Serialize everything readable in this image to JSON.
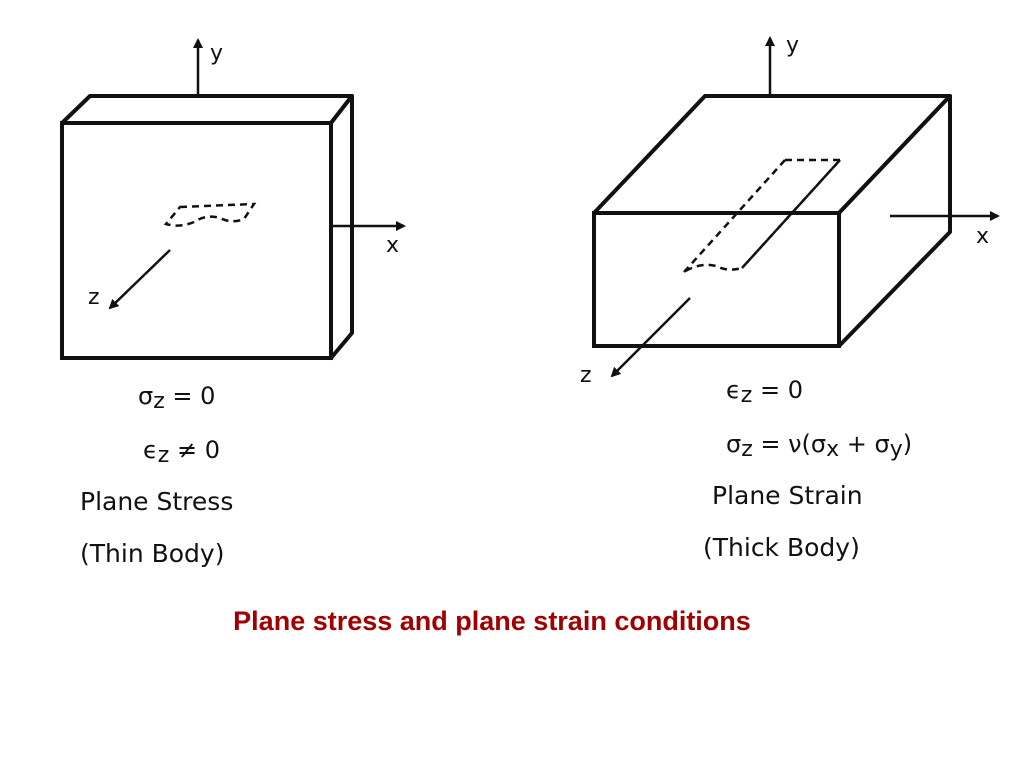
{
  "colors": {
    "caption": "#a00000",
    "line": "#111111"
  },
  "left_panel": {
    "axis_y": "y",
    "axis_x": "x",
    "axis_z": "z",
    "equation_1_lhs": "σ",
    "equation_1_sub": "z",
    "equation_1_rhs": " = 0",
    "equation_2_lhs": "ϵ",
    "equation_2_sub": "z",
    "equation_2_rhs": " ≠ 0",
    "caption_line_1": "Plane Stress",
    "caption_line_2": "(Thin Body)"
  },
  "right_panel": {
    "axis_y": "y",
    "axis_x": "x",
    "axis_z": "z",
    "equation_1_lhs": "ϵ",
    "equation_1_sub": "z",
    "equation_1_rhs": " = 0",
    "equation_2_lhs": "σ",
    "equation_2_sub": "z",
    "equation_2_mid": " = ν(σ",
    "equation_2_sub_x": "x",
    "equation_2_plus": " + σ",
    "equation_2_sub_y": "y",
    "equation_2_close": ")",
    "caption_line_1": "Plane Strain",
    "caption_line_2": "(Thick Body)"
  },
  "slide_caption": "Plane stress and plane strain conditions"
}
